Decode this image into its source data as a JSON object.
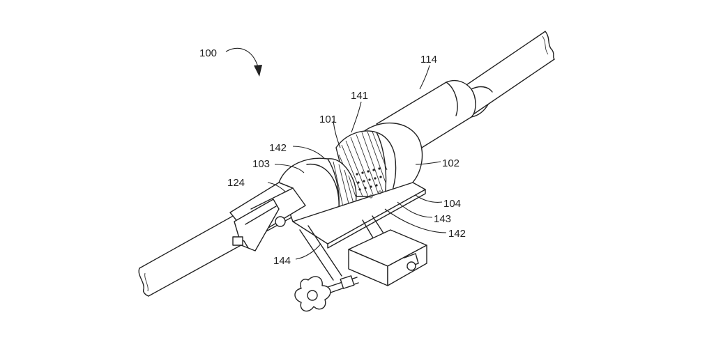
{
  "labels": {
    "l100": "100",
    "l114": "114",
    "l141": "141",
    "l101": "101",
    "l142a": "142",
    "l103": "103",
    "l102": "102",
    "l124": "124",
    "l104": "104",
    "l143": "143",
    "l142b": "142",
    "l144": "144"
  },
  "colors": {
    "line": "#222222",
    "background": "#ffffff"
  }
}
